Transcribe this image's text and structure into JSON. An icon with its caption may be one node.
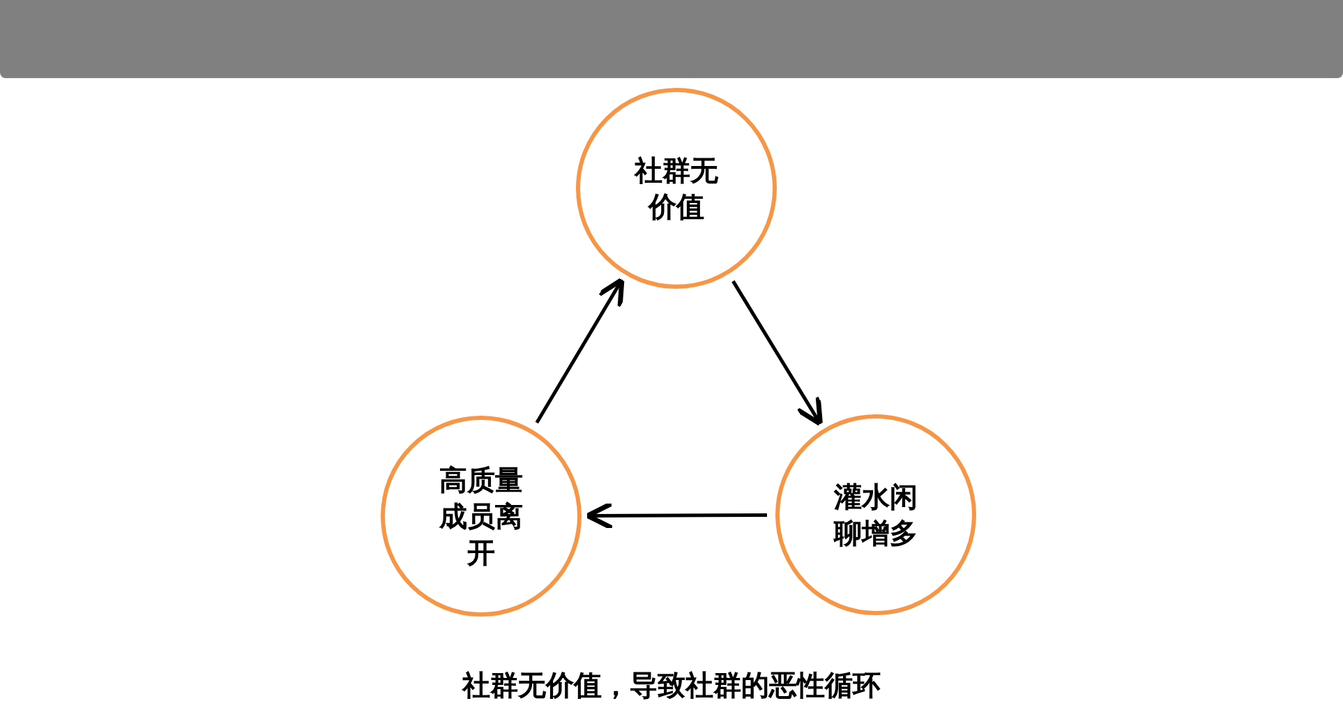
{
  "diagram": {
    "caption": "社群无价值，导致社群的恶性循环",
    "nodes": [
      {
        "text": [
          "社群无价值"
        ]
      },
      {
        "text": [
          "灌水闲聊增多"
        ]
      },
      {
        "text": [
          "高质量成员离开"
        ]
      }
    ],
    "edges": [
      {
        "from": 0,
        "to": 1,
        "arrow": "to"
      },
      {
        "from": 1,
        "to": 2,
        "arrow": "to"
      },
      {
        "from": 2,
        "to": 0,
        "arrow": "to"
      }
    ]
  }
}
